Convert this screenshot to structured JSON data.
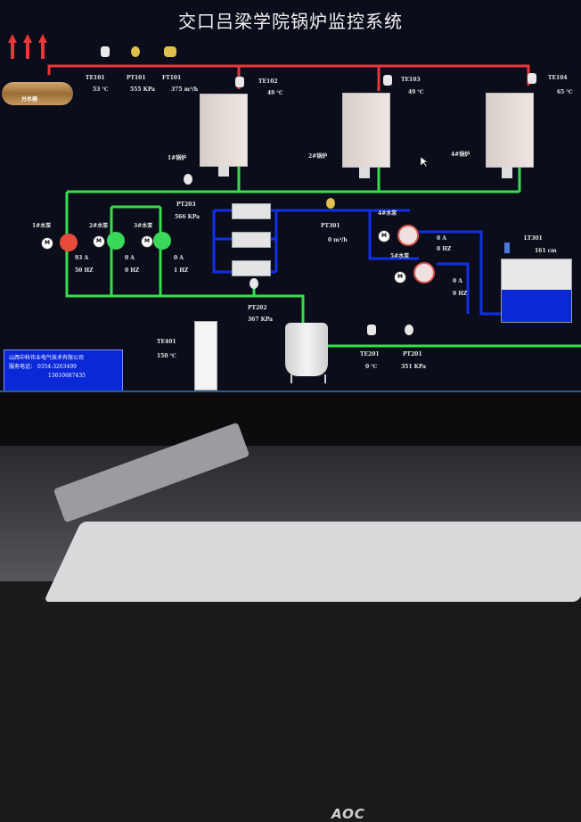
{
  "title": "交口吕梁学院锅炉监控系统",
  "steam_tank_label": "分水器",
  "boilers": [
    {
      "label": "1#锅炉"
    },
    {
      "label": "2#锅炉"
    },
    {
      "label": "4#锅炉"
    }
  ],
  "sensors": {
    "te101": {
      "tag": "TE101",
      "value": "53 ℃"
    },
    "pt101": {
      "tag": "PT101",
      "value": "555 KPa"
    },
    "ft101": {
      "tag": "FT101",
      "value": "375 m³/h"
    },
    "te102": {
      "tag": "TE102",
      "value": "49 ℃"
    },
    "te103": {
      "tag": "TE103",
      "value": "49 ℃"
    },
    "te104": {
      "tag": "TE104",
      "value": "65 ℃"
    },
    "pt203": {
      "tag": "PT203",
      "value": "566 KPa"
    },
    "pt301": {
      "tag": "PT301",
      "value": "0 m³/h"
    },
    "pt202": {
      "tag": "PT202",
      "value": "367 KPa"
    },
    "te401": {
      "tag": "TE401",
      "value": "150 ℃"
    },
    "te201": {
      "tag": "TE201",
      "value": "0 ℃"
    },
    "pt201": {
      "tag": "PT201",
      "value": "351 KPa"
    },
    "lt301": {
      "tag": "LT301",
      "value": "161 cm"
    }
  },
  "pumps": [
    {
      "label": "1#水泵",
      "current": "93 A",
      "freq": "50 HZ"
    },
    {
      "label": "2#水泵",
      "current": "0 A",
      "freq": "0 HZ"
    },
    {
      "label": "3#水泵",
      "current": "0 A",
      "freq": "1 HZ"
    },
    {
      "label": "4#水泵",
      "current": "0 A",
      "freq": "0 HZ"
    },
    {
      "label": "5#水泵",
      "current": "0 A",
      "freq": "0 HZ"
    }
  ],
  "motor_symbol": "M",
  "company": {
    "name": "山西中科伟业电气技术有限公司",
    "phone_label": "服务电话：",
    "phone1": "0354-3263499",
    "phone2": "13610687435"
  },
  "monitor_brand": "AOC",
  "colors": {
    "hot_pipe": "#e8383a",
    "return_pipe": "#34e04a",
    "blue_pipe": "#1030e8",
    "running_pump": "#e84a3c",
    "stopped_pump": "#39d85a",
    "info_panel": "#0a28d8",
    "water_level": "#0a28d8"
  },
  "water_level_fraction": 0.52
}
